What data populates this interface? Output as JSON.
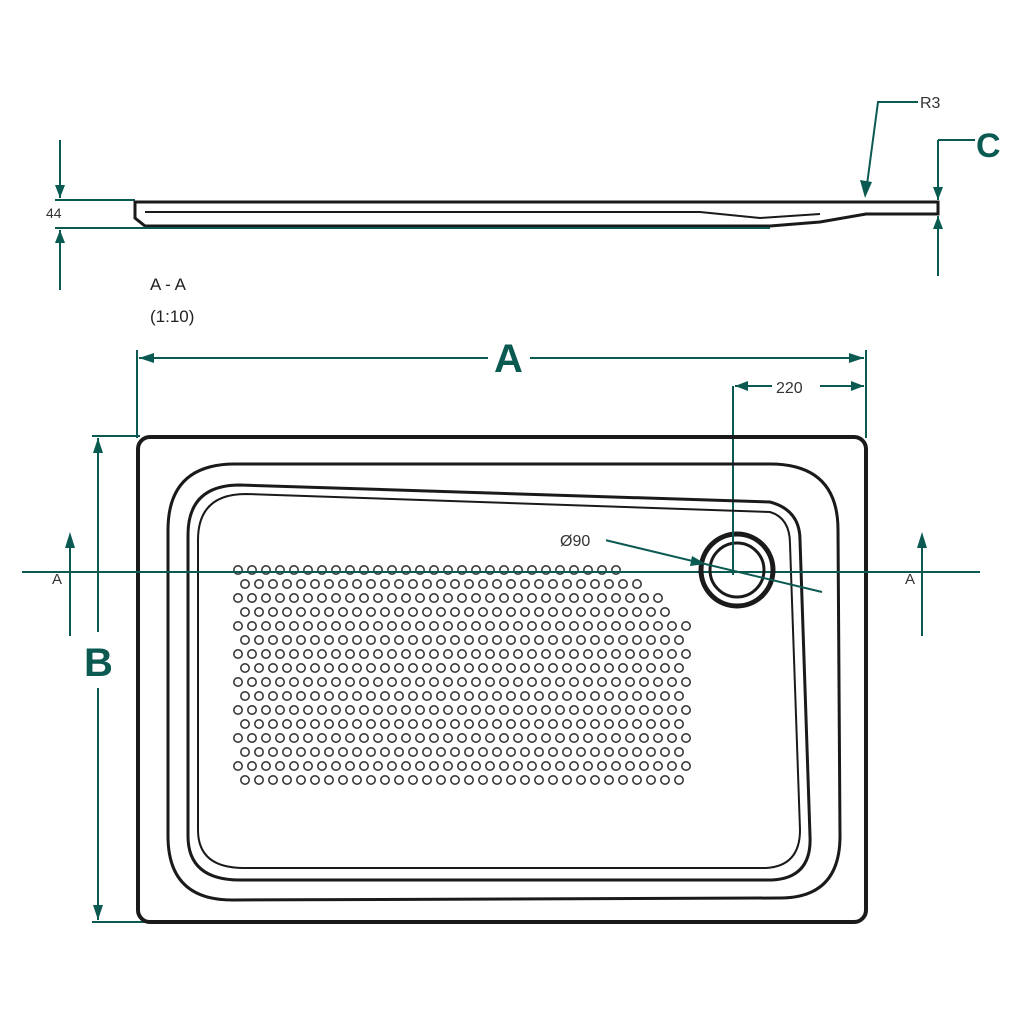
{
  "section_view": {
    "label": "A - A",
    "scale": "(1:10)",
    "height_dim": "44",
    "radius_label": "R3",
    "thickness_label": "C"
  },
  "plan_view": {
    "width_label": "A",
    "depth_label": "B",
    "drain_offset": "220",
    "drain_diameter": "Ø90",
    "section_mark_left": "A",
    "section_mark_right": "A"
  },
  "colors": {
    "dimension": "#0b5a52",
    "outline": "#1a1a1a"
  }
}
